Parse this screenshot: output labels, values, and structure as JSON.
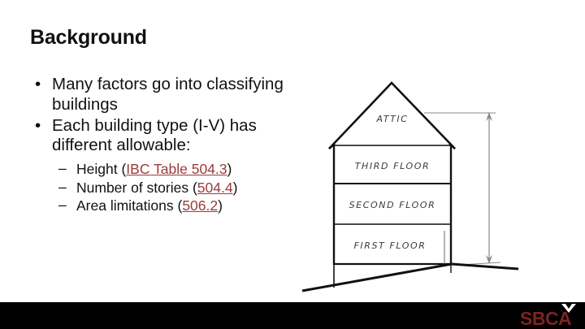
{
  "slide": {
    "title": "Background",
    "link_color": "#9C3B3B",
    "band_color": "#000000"
  },
  "bullets": [
    {
      "marker": "•",
      "text": "Many factors go into classifying buildings"
    },
    {
      "marker": "•",
      "text": "Each building type (I-V) has different allowable:"
    }
  ],
  "sub_bullets": [
    {
      "marker": "–",
      "prefix": "Height (",
      "link_italic": "IBC",
      "link_rest": " Table 504.3",
      "suffix": ")"
    },
    {
      "marker": "–",
      "prefix": "Number of stories (",
      "link_italic": "",
      "link_rest": "504.4",
      "suffix": ")"
    },
    {
      "marker": "–",
      "prefix": "Area limitations (",
      "link_italic": "",
      "link_rest": "506.2",
      "suffix": ")"
    }
  ],
  "figure": {
    "name": "building-section-diagram",
    "levels": [
      "ATTIC",
      "THIRD FLOOR",
      "SECOND FLOOR",
      "FIRST FLOOR"
    ],
    "dimension": "building-height-arrow"
  },
  "logo": {
    "text": "SBCA",
    "text_color": "#7E2222"
  }
}
